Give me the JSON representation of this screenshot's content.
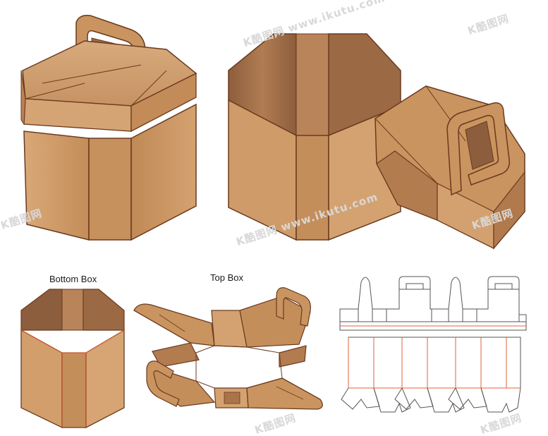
{
  "labels": {
    "bottom_box": "Bottom Box",
    "top_box": "Top Box"
  },
  "watermark": {
    "text": "www.ikutu.com",
    "glyph": "K酷图网"
  },
  "colors": {
    "kraft": "#c9945f",
    "kraft_light": "#d6a674",
    "kraft_dark": "#a9744a",
    "kraft_shadow": "#8a5a3a",
    "edge": "#6b3a1f",
    "dieline_cut": "#555555",
    "dieline_fold": "#e0603a"
  }
}
